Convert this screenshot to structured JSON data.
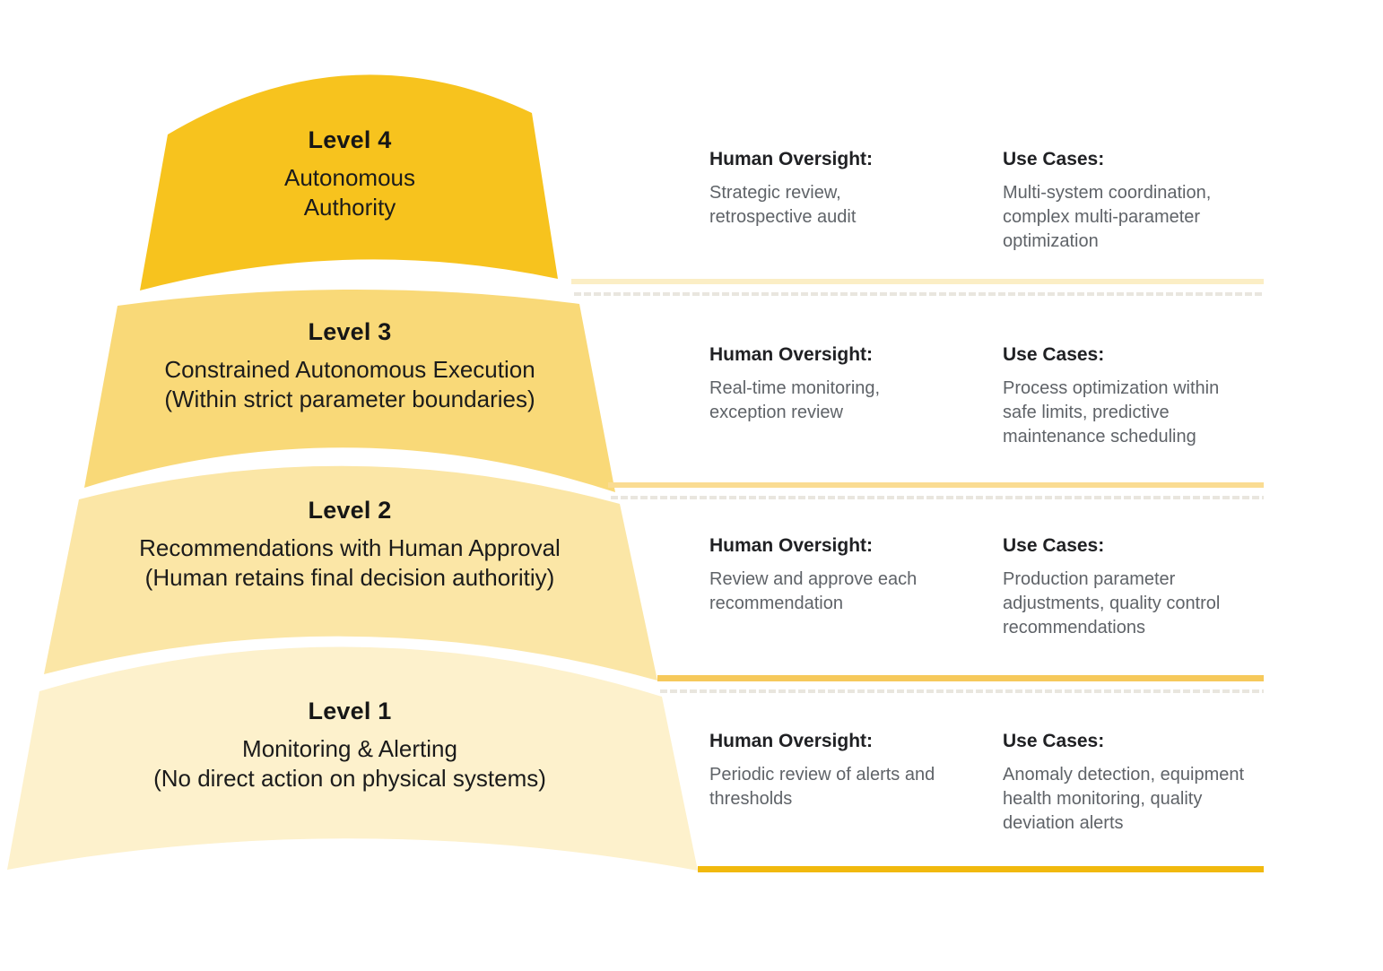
{
  "palette": {
    "background": "#FFFFFF",
    "heading_text": "#202124",
    "body_text": "#5F6368",
    "pyramid_text": "#1B1B1B"
  },
  "pyramid": {
    "levels": [
      {
        "label": "Level 4",
        "subtitle": "Autonomous\nAuthority",
        "segment_color": "#F7C31E",
        "divider_color": "#FBEEC5",
        "oversight_heading": "Human Oversight:",
        "oversight_text": "Strategic review,\nretrospective audit",
        "use_cases_heading": "Use Cases:",
        "use_cases_text": "Multi-system coordination,\ncomplex multi-parameter\noptimization"
      },
      {
        "label": "Level 3",
        "subtitle": "Constrained Autonomous Execution\n(Within strict parameter boundaries)",
        "segment_color": "#F9D978",
        "divider_color": "#FADC92",
        "oversight_heading": "Human Oversight:",
        "oversight_text": "Real-time monitoring,\nexception review",
        "use_cases_heading": "Use Cases:",
        "use_cases_text": "Process optimization within\nsafe limits, predictive\nmaintenance scheduling"
      },
      {
        "label": "Level 2",
        "subtitle": "Recommendations with Human Approval\n(Human retains final decision authoritiy)",
        "segment_color": "#FBE6A6",
        "divider_color": "#F6C95B",
        "oversight_heading": "Human Oversight:",
        "oversight_text": "Review and approve each\nrecommendation",
        "use_cases_heading": "Use Cases:",
        "use_cases_text": "Production parameter\nadjustments, quality control\nrecommendations"
      },
      {
        "label": "Level 1",
        "subtitle": "Monitoring & Alerting\n(No direct action on physical systems)",
        "segment_color": "#FDF1CC",
        "divider_color": "#F1B90E",
        "oversight_heading": "Human Oversight:",
        "oversight_text": "Periodic review of alerts and\nthresholds",
        "use_cases_heading": "Use Cases:",
        "use_cases_text": "Anomaly detection, equipment\nhealth monitoring, quality\ndeviation alerts"
      }
    ]
  }
}
